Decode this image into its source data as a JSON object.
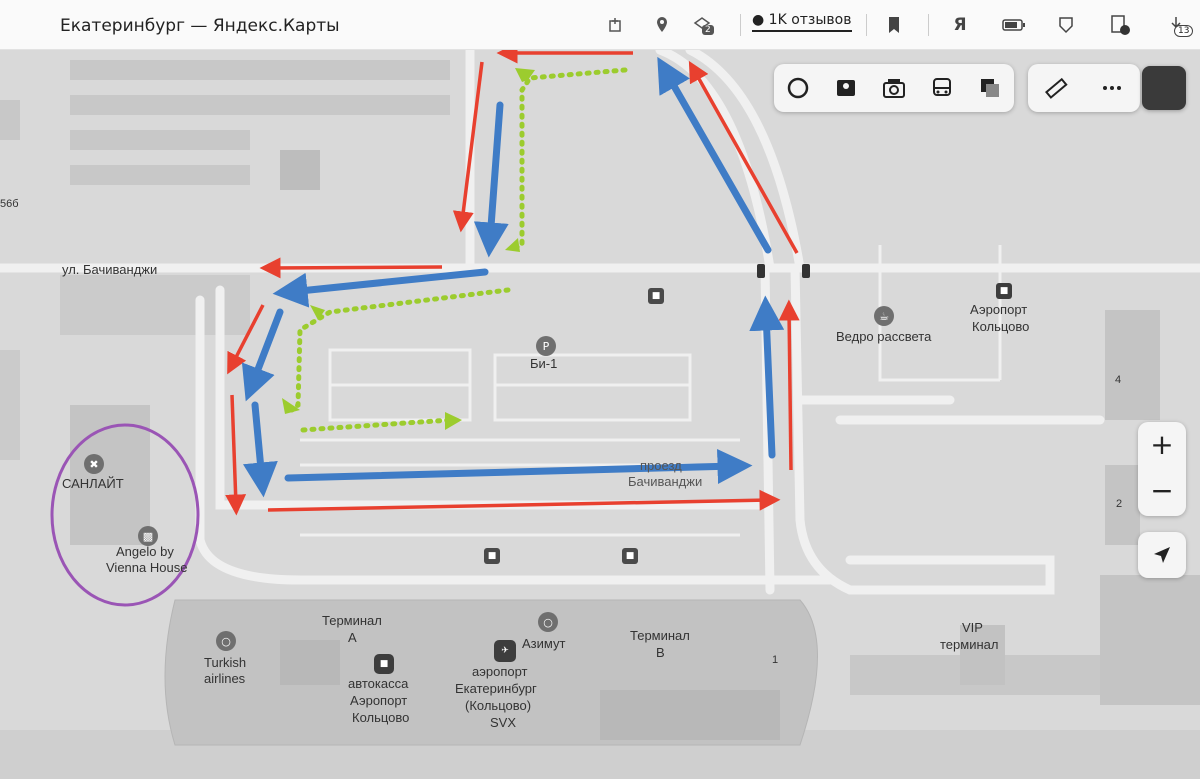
{
  "window": {
    "title": "Екатеринбург — Яндекс.Карты"
  },
  "toolbar": {
    "tabs_badge": "2",
    "reviews_label": "1K отзывов",
    "ya_label": "Я",
    "downloads_badge": "13",
    "icons": [
      "add-tab-icon",
      "pin-icon",
      "collections-icon",
      "bookmark-icon",
      "yandex-icon",
      "battery-icon",
      "protect-icon",
      "screenshot-icon",
      "downloads-icon"
    ]
  },
  "map_controls": {
    "layers": [
      "panorama-icon",
      "people-icon",
      "photo-icon",
      "transport-icon",
      "layers-icon"
    ],
    "tools": [
      "ruler-icon",
      "more-icon"
    ],
    "zoom_in": "+",
    "zoom_out": "−"
  },
  "labels": {
    "street_left": "ул. Бачиванджи",
    "street_bottom_1": "проезд",
    "street_bottom_2": "Бачиванджи",
    "parking_b1": "Би-1",
    "cafe": "Ведро рассвета",
    "airport_stop_1": "Аэропорт",
    "airport_stop_2": "Кольцово",
    "sunlight": "САНЛАЙТ",
    "hotel_1": "Angelo by",
    "hotel_2": "Vienna House",
    "terminal_a_1": "Терминал",
    "terminal_a_2": "А",
    "terminal_b_1": "Терминал",
    "terminal_b_2": "В",
    "azimut": "Азимут",
    "turkish_1": "Turkish",
    "turkish_2": "airlines",
    "ticket_1": "автокасса",
    "ticket_2": "Аэропорт",
    "ticket_3": "Кольцово",
    "airport_1": "аэропорт",
    "airport_2": "Екатеринбург",
    "airport_3": "(Кольцово)",
    "airport_4": "SVX",
    "vip_1": "VIP",
    "vip_2": "терминал",
    "bld_566": "56б",
    "bld_4": "4",
    "bld_2": "2",
    "bld_1": "1"
  },
  "colors": {
    "red_route": "#e8402f",
    "blue_route": "#3f7cc6",
    "green_route": "#9ccc2e",
    "ellipse": "#9a55b5",
    "building": "#c2c2c2",
    "road": "#f0f0f0"
  }
}
